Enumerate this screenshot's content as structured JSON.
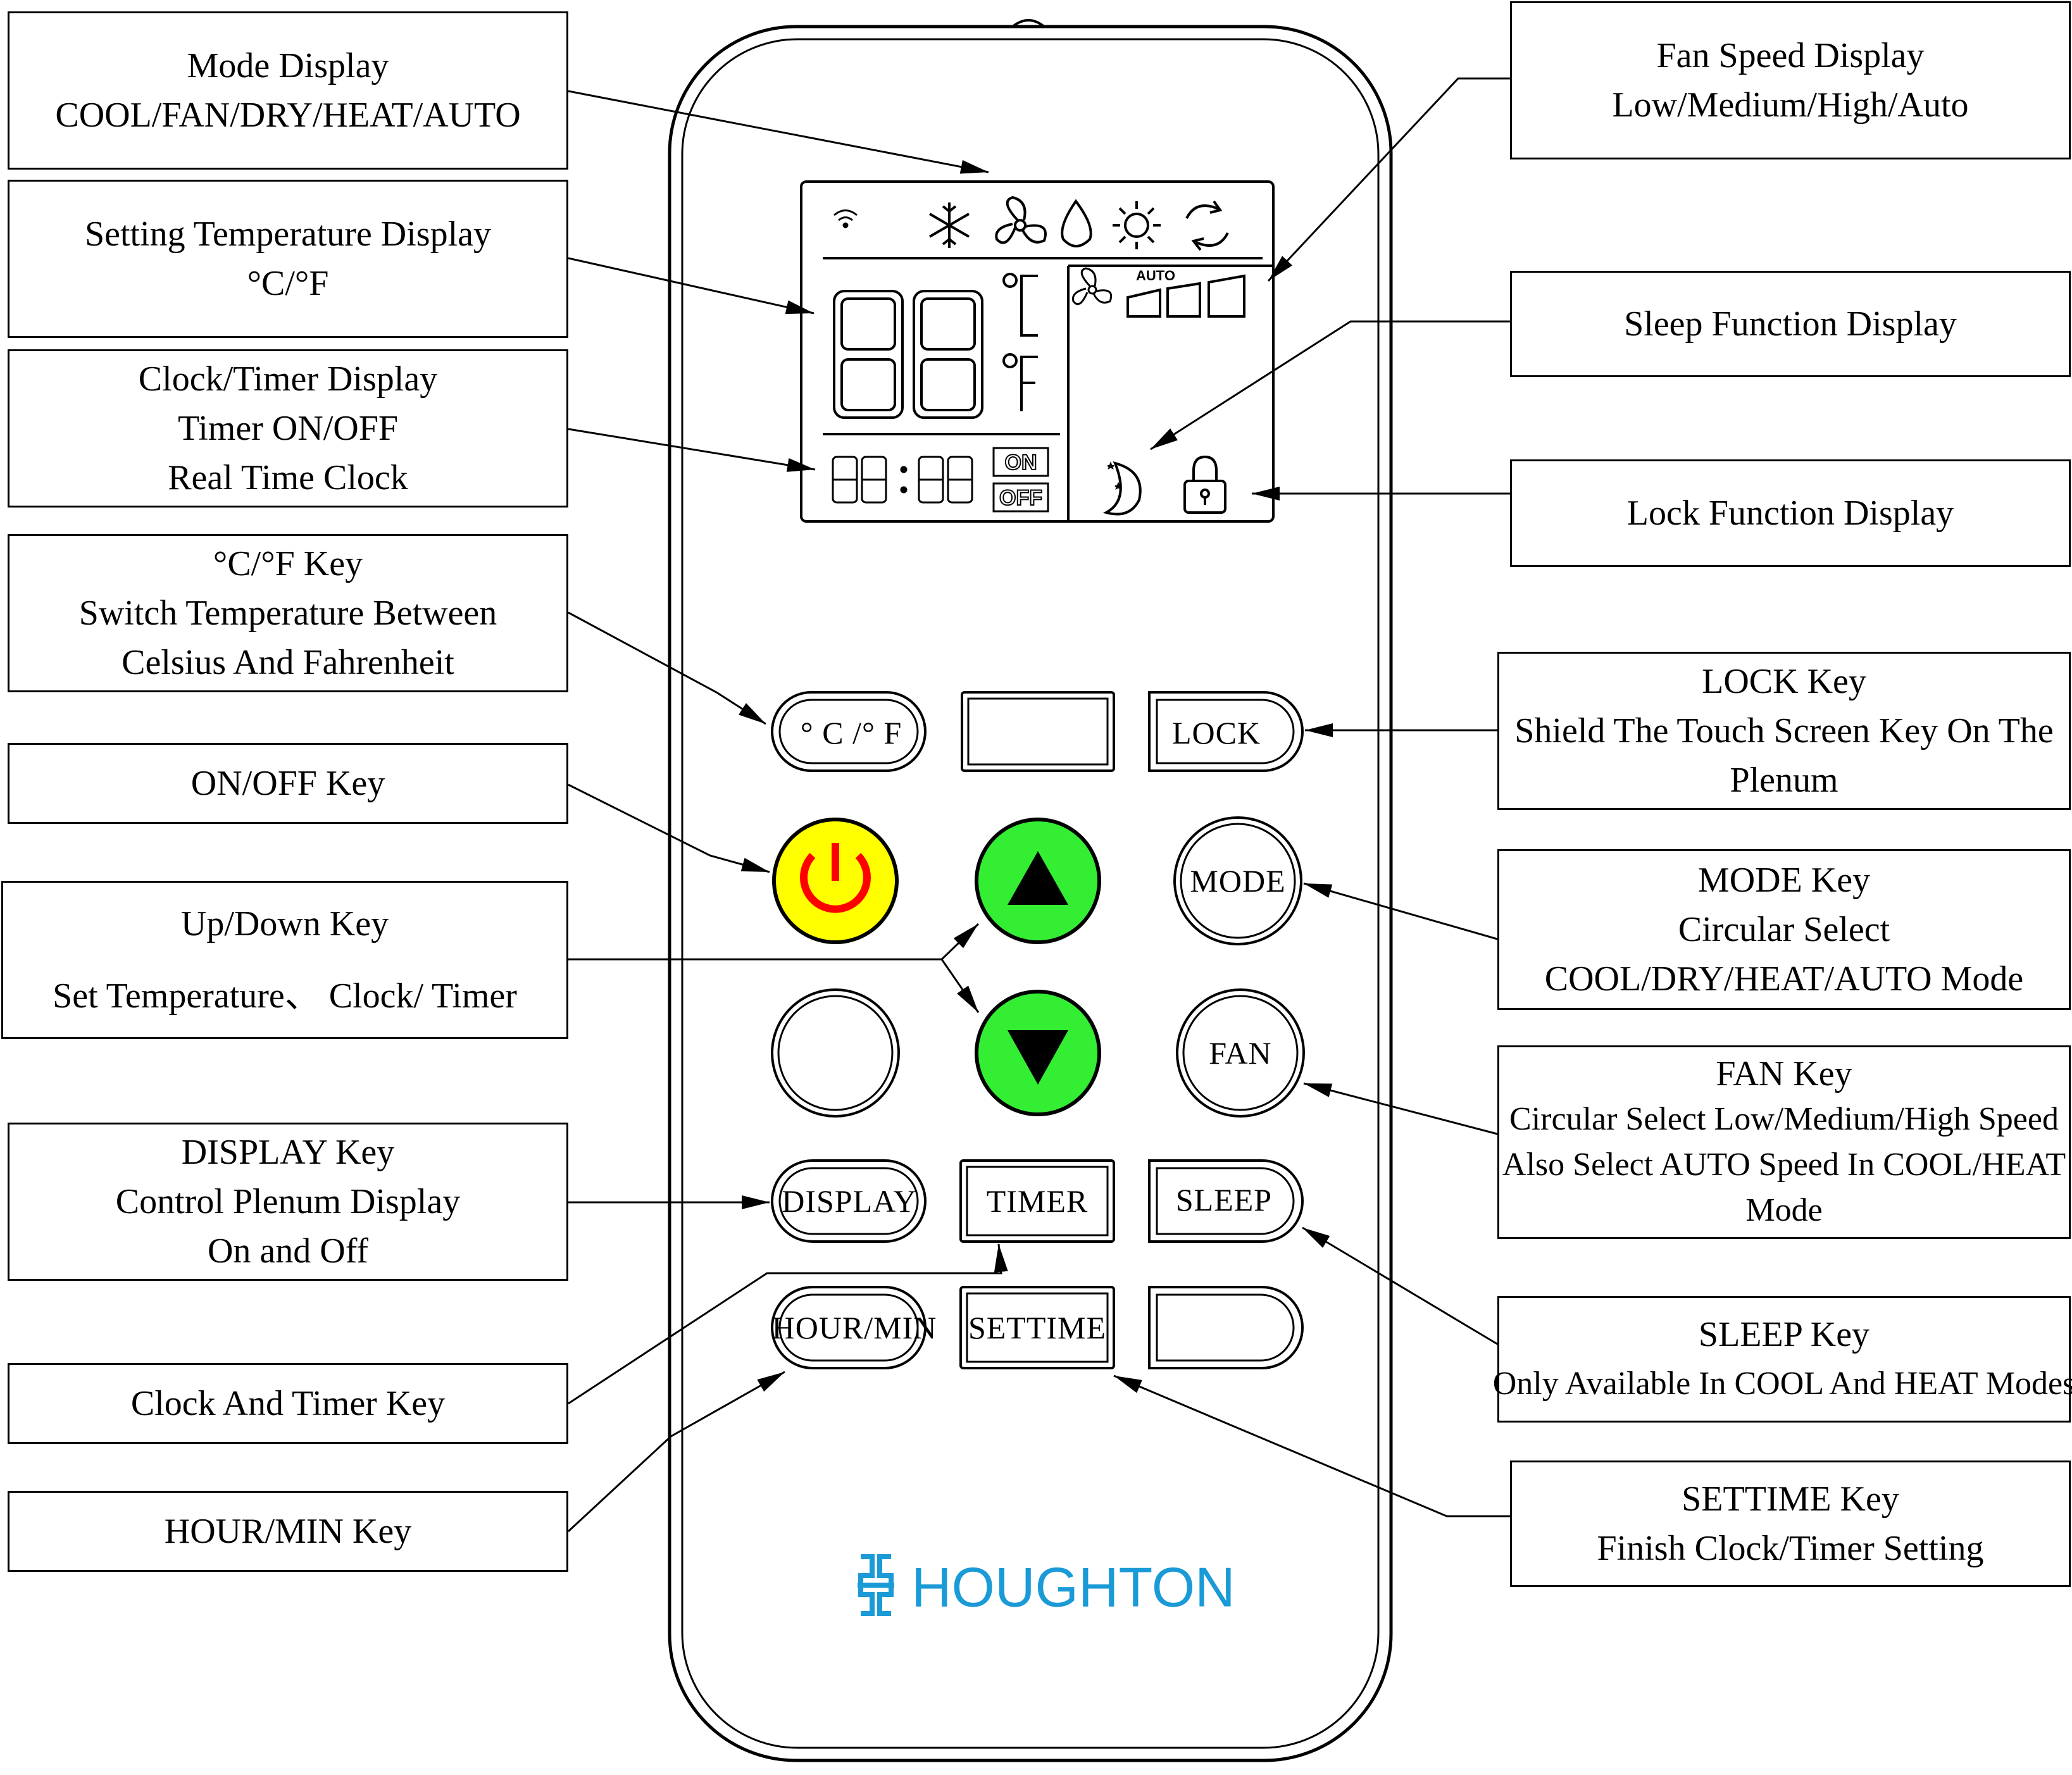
{
  "callouts": {
    "mode_display": [
      "Mode Display",
      "COOL/FAN/DRY/HEAT/AUTO"
    ],
    "setting_temp_display": [
      "Setting Temperature Display",
      "°C/°F"
    ],
    "clock_timer_display": [
      "Clock/Timer Display",
      "Timer ON/OFF",
      "Real Time Clock"
    ],
    "cf_key": [
      "°C/°F  Key",
      "Switch Temperature Between",
      "Celsius And Fahrenheit"
    ],
    "onoff_key": [
      "ON/OFF  Key"
    ],
    "updown_key": [
      "Up/Down Key",
      "Set Temperature、 Clock/ Timer"
    ],
    "display_key": [
      "DISPLAY Key",
      "Control Plenum Display",
      "On and Off"
    ],
    "clock_timer_key": [
      "Clock And Timer Key"
    ],
    "hourmin_key": [
      "HOUR/MIN Key"
    ],
    "fan_speed_display": [
      "Fan Speed Display",
      "Low/Medium/High/Auto"
    ],
    "sleep_function_display": [
      "Sleep Function Display"
    ],
    "lock_function_display": [
      "Lock Function Display"
    ],
    "lock_key": [
      "LOCK Key",
      "Shield The Touch Screen Key On The",
      "Plenum"
    ],
    "mode_key": [
      "MODE Key",
      "Circular Select",
      "COOL/DRY/HEAT/AUTO Mode"
    ],
    "fan_key": [
      "FAN Key",
      "Circular Select Low/Medium/High Speed",
      "Also Select AUTO Speed In COOL/HEAT",
      "Mode"
    ],
    "sleep_key": [
      "SLEEP Key",
      "Only Available In COOL And HEAT Modes"
    ],
    "settime_key": [
      "SETTIME Key",
      "Finish  Clock/Timer Setting"
    ]
  },
  "remote": {
    "keys": {
      "cf": "° C /° F",
      "lock": "LOCK",
      "mode": "MODE",
      "fan": "FAN",
      "display": "DISPLAY",
      "timer": "TIMER",
      "sleep": "SLEEP",
      "hourmin": "HOUR/MIN",
      "settime": "SETTIME"
    },
    "lcd": {
      "temp_digits": "88",
      "clock_digits": "88:88",
      "unit_c": "°C",
      "unit_f": "°F",
      "fan_auto": "AUTO",
      "timer_on": "ON",
      "timer_off": "OFF"
    },
    "brand": "HOUGHTON"
  },
  "colors": {
    "power_fill": "#ffff00",
    "power_icon": "#ff0000",
    "arrow_fill": "#33ee33",
    "brand": "#1a9ad6"
  }
}
